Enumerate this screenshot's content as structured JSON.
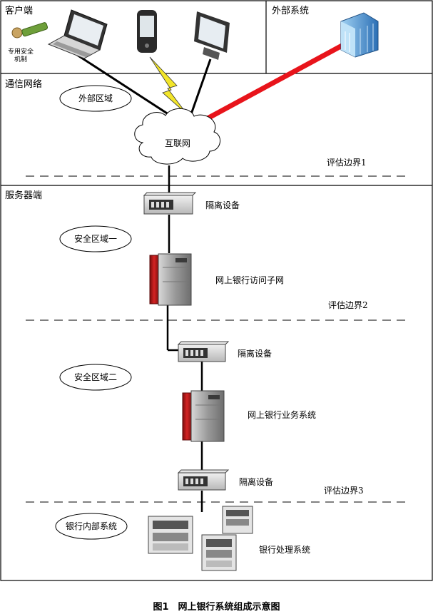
{
  "sections": {
    "client": "客户端",
    "external_system": "外部系统",
    "comm_network": "通信网络",
    "server": "服务器端"
  },
  "client_items": {
    "token_label": "专用安全\n机制"
  },
  "zones": {
    "external": "外部区域",
    "security1": "安全区域一",
    "security2": "安全区域二",
    "internal": "银行内部系统"
  },
  "internet": "互联网",
  "boundaries": [
    "评估边界1",
    "评估边界2",
    "评估边界3"
  ],
  "devices": {
    "isolation1": "隔离设备",
    "access_subnet": "网上银行访问子网",
    "isolation2": "隔离设备",
    "business_system": "网上银行业务系统",
    "isolation3": "隔离设备",
    "processing_system": "银行处理系统"
  },
  "caption": "图1　网上银行系统组成示意图",
  "colors": {
    "external_link": "#e8141b",
    "server_red": "#c81e1e",
    "lightning": "#f2e52a"
  }
}
